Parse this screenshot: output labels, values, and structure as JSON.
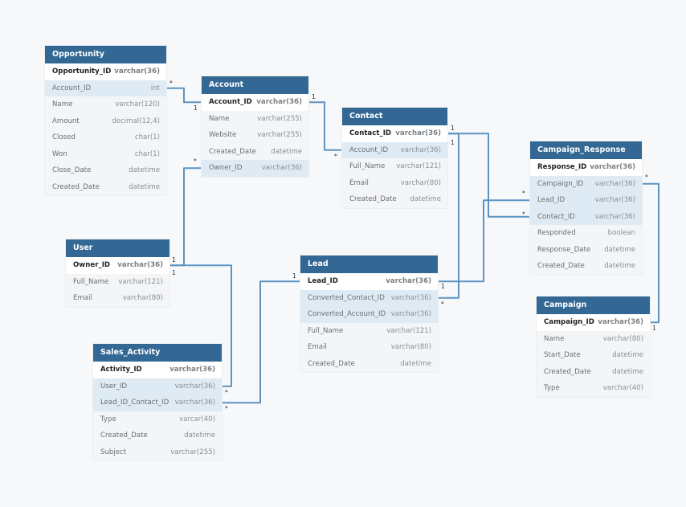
{
  "tables": [
    {
      "id": "opportunity",
      "name": "Opportunity",
      "columns": [
        {
          "name": "Opportunity_ID",
          "type": "varchar(36)",
          "kind": "pk"
        },
        {
          "name": "Account_ID",
          "type": "int",
          "kind": "fk"
        },
        {
          "name": "Name",
          "type": "varchar(120)",
          "kind": ""
        },
        {
          "name": "Amount",
          "type": "decimal(12,4)",
          "kind": ""
        },
        {
          "name": "Closed",
          "type": "char(1)",
          "kind": ""
        },
        {
          "name": "Won",
          "type": "char(1)",
          "kind": ""
        },
        {
          "name": "Close_Date",
          "type": "datetime",
          "kind": ""
        },
        {
          "name": "Created_Date",
          "type": "datetime",
          "kind": ""
        }
      ]
    },
    {
      "id": "account",
      "name": "Account",
      "columns": [
        {
          "name": "Account_ID",
          "type": "varchar(36)",
          "kind": "pk"
        },
        {
          "name": "Name",
          "type": "varchar(255)",
          "kind": ""
        },
        {
          "name": "Website",
          "type": "varchar(255)",
          "kind": ""
        },
        {
          "name": "Created_Date",
          "type": "datetime",
          "kind": ""
        },
        {
          "name": "Owner_ID",
          "type": "varchar(36)",
          "kind": "fk"
        }
      ]
    },
    {
      "id": "contact",
      "name": "Contact",
      "columns": [
        {
          "name": "Contact_ID",
          "type": "varchar(36)",
          "kind": "pk"
        },
        {
          "name": "Account_ID",
          "type": "varchar(36)",
          "kind": "fk"
        },
        {
          "name": "Full_Name",
          "type": "varchar(121)",
          "kind": ""
        },
        {
          "name": "Email",
          "type": "varchar(80)",
          "kind": ""
        },
        {
          "name": "Created_Date",
          "type": "datetime",
          "kind": ""
        }
      ]
    },
    {
      "id": "campaign_response",
      "name": "Campaign_Response",
      "columns": [
        {
          "name": "Response_ID",
          "type": "varchar(36)",
          "kind": "pk"
        },
        {
          "name": "Campaign_ID",
          "type": "varchar(36)",
          "kind": "fk"
        },
        {
          "name": "Lead_ID",
          "type": "varchar(36)",
          "kind": "fk"
        },
        {
          "name": "Contact_ID",
          "type": "varchar(36)",
          "kind": "fk"
        },
        {
          "name": "Responded",
          "type": "boolean",
          "kind": ""
        },
        {
          "name": "Response_Date",
          "type": "datetime",
          "kind": ""
        },
        {
          "name": "Created_Date",
          "type": "datetime",
          "kind": ""
        }
      ]
    },
    {
      "id": "user",
      "name": "User",
      "columns": [
        {
          "name": "Owner_ID",
          "type": "varchar(36)",
          "kind": "pk"
        },
        {
          "name": "Full_Name",
          "type": "varchar(121)",
          "kind": ""
        },
        {
          "name": "Email",
          "type": "varchar(80)",
          "kind": ""
        }
      ]
    },
    {
      "id": "lead",
      "name": "Lead",
      "columns": [
        {
          "name": "Lead_ID",
          "type": "varchar(36)",
          "kind": "pk"
        },
        {
          "name": "Converted_Contact_ID",
          "type": "varchar(36)",
          "kind": "fk"
        },
        {
          "name": "Converted_Account_ID",
          "type": "varchar(36)",
          "kind": "fk"
        },
        {
          "name": "Full_Name",
          "type": "varchar(121)",
          "kind": ""
        },
        {
          "name": "Email",
          "type": "varchar(80)",
          "kind": ""
        },
        {
          "name": "Created_Date",
          "type": "datetime",
          "kind": ""
        }
      ]
    },
    {
      "id": "campaign",
      "name": "Campaign",
      "columns": [
        {
          "name": "Campaign_ID",
          "type": "varchar(36)",
          "kind": "pk"
        },
        {
          "name": "Name",
          "type": "varchar(80)",
          "kind": ""
        },
        {
          "name": "Start_Date",
          "type": "datetime",
          "kind": ""
        },
        {
          "name": "Created_Date",
          "type": "datetime",
          "kind": ""
        },
        {
          "name": "Type",
          "type": "varchar(40)",
          "kind": ""
        }
      ]
    },
    {
      "id": "sales_activity",
      "name": "Sales_Activity",
      "columns": [
        {
          "name": "Activity_ID",
          "type": "varchar(36)",
          "kind": "pk"
        },
        {
          "name": "User_ID",
          "type": "varchar(36)",
          "kind": "fk"
        },
        {
          "name": "Lead_ID_Contact_ID",
          "type": "varchar(36)",
          "kind": "fk"
        },
        {
          "name": "Type",
          "type": "varcar(40)",
          "kind": ""
        },
        {
          "name": "Created_Date",
          "type": "datetime",
          "kind": ""
        },
        {
          "name": "Subject",
          "type": "varchar(255)",
          "kind": ""
        }
      ]
    }
  ],
  "relationships": [
    {
      "from": "opportunity.Account_ID",
      "to": "account.Account_ID",
      "from_card": "*",
      "to_card": "1"
    },
    {
      "from": "account.Account_ID",
      "to": "contact.Account_ID",
      "from_card": "1",
      "to_card": "*"
    },
    {
      "from": "user.Owner_ID",
      "to": "account.Owner_ID",
      "from_card": "1",
      "to_card": "*"
    },
    {
      "from": "user.Owner_ID",
      "to": "sales_activity.User_ID",
      "from_card": "1",
      "to_card": "*"
    },
    {
      "from": "contact.Contact_ID",
      "to": "campaign_response.Contact_ID",
      "from_card": "1",
      "to_card": "*"
    },
    {
      "from": "contact.Contact_ID",
      "to": "lead.Converted_Contact_ID",
      "from_card": "1",
      "to_card": "*"
    },
    {
      "from": "lead.Lead_ID",
      "to": "campaign_response.Lead_ID",
      "from_card": "1",
      "to_card": "*"
    },
    {
      "from": "lead.Lead_ID",
      "to": "sales_activity.Lead_ID_Contact_ID",
      "from_card": "1",
      "to_card": "*"
    },
    {
      "from": "campaign.Campaign_ID",
      "to": "campaign_response.Campaign_ID",
      "from_card": "1",
      "to_card": "*"
    }
  ],
  "colors": {
    "header": "#336894",
    "connector": "#5b93c2",
    "fk_row": "#deebf4",
    "background": "#f7f8f9"
  }
}
